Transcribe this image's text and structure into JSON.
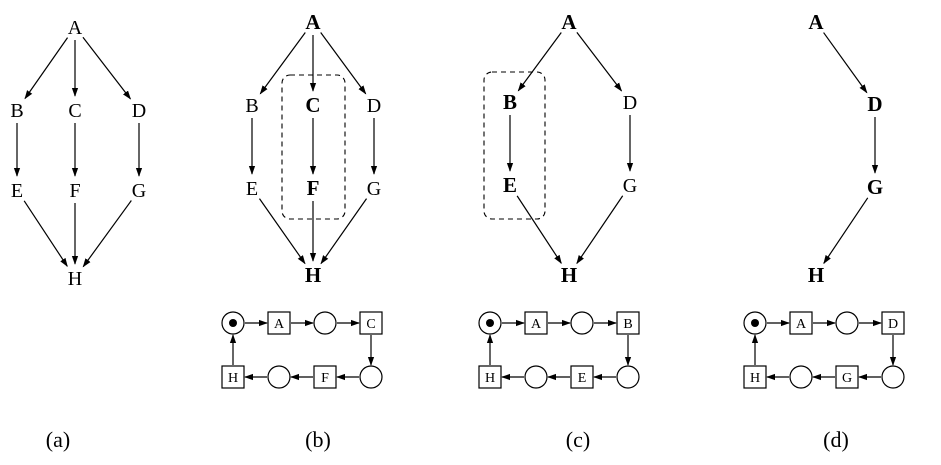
{
  "panels": [
    {
      "caption": "(a)",
      "nodes": [
        {
          "id": "A",
          "label": "A",
          "bold": false
        },
        {
          "id": "B",
          "label": "B",
          "bold": false
        },
        {
          "id": "C",
          "label": "C",
          "bold": false
        },
        {
          "id": "D",
          "label": "D",
          "bold": false
        },
        {
          "id": "E",
          "label": "E",
          "bold": false
        },
        {
          "id": "F",
          "label": "F",
          "bold": false
        },
        {
          "id": "G",
          "label": "G",
          "bold": false
        },
        {
          "id": "H",
          "label": "H",
          "bold": false
        }
      ],
      "edges": [
        [
          "A",
          "B"
        ],
        [
          "A",
          "C"
        ],
        [
          "A",
          "D"
        ],
        [
          "B",
          "E"
        ],
        [
          "C",
          "F"
        ],
        [
          "D",
          "G"
        ],
        [
          "E",
          "H"
        ],
        [
          "F",
          "H"
        ],
        [
          "G",
          "H"
        ]
      ]
    },
    {
      "caption": "(b)",
      "nodes": [
        {
          "id": "A",
          "label": "A",
          "bold": true
        },
        {
          "id": "B",
          "label": "B",
          "bold": false
        },
        {
          "id": "C",
          "label": "C",
          "bold": true
        },
        {
          "id": "D",
          "label": "D",
          "bold": false
        },
        {
          "id": "E",
          "label": "E",
          "bold": false
        },
        {
          "id": "F",
          "label": "F",
          "bold": true
        },
        {
          "id": "G",
          "label": "G",
          "bold": false
        },
        {
          "id": "H",
          "label": "H",
          "bold": true
        }
      ],
      "edges": [
        [
          "A",
          "B"
        ],
        [
          "A",
          "C"
        ],
        [
          "A",
          "D"
        ],
        [
          "B",
          "E"
        ],
        [
          "C",
          "F"
        ],
        [
          "D",
          "G"
        ],
        [
          "E",
          "H"
        ],
        [
          "F",
          "H"
        ],
        [
          "G",
          "H"
        ]
      ],
      "highlight": [
        "C",
        "F"
      ],
      "cycle": [
        "A",
        "C",
        "F",
        "H"
      ]
    },
    {
      "caption": "(c)",
      "nodes": [
        {
          "id": "A",
          "label": "A",
          "bold": true
        },
        {
          "id": "B",
          "label": "B",
          "bold": true
        },
        {
          "id": "D",
          "label": "D",
          "bold": false
        },
        {
          "id": "E",
          "label": "E",
          "bold": true
        },
        {
          "id": "G",
          "label": "G",
          "bold": false
        },
        {
          "id": "H",
          "label": "H",
          "bold": true
        }
      ],
      "edges": [
        [
          "A",
          "B"
        ],
        [
          "A",
          "D"
        ],
        [
          "B",
          "E"
        ],
        [
          "D",
          "G"
        ],
        [
          "E",
          "H"
        ],
        [
          "G",
          "H"
        ]
      ],
      "highlight": [
        "B",
        "E"
      ],
      "cycle": [
        "A",
        "B",
        "E",
        "H"
      ]
    },
    {
      "caption": "(d)",
      "nodes": [
        {
          "id": "A",
          "label": "A",
          "bold": true
        },
        {
          "id": "D",
          "label": "D",
          "bold": true
        },
        {
          "id": "G",
          "label": "G",
          "bold": true
        },
        {
          "id": "H",
          "label": "H",
          "bold": true
        }
      ],
      "edges": [
        [
          "A",
          "D"
        ],
        [
          "D",
          "G"
        ],
        [
          "G",
          "H"
        ]
      ],
      "cycle": [
        "A",
        "D",
        "G",
        "H"
      ]
    }
  ]
}
